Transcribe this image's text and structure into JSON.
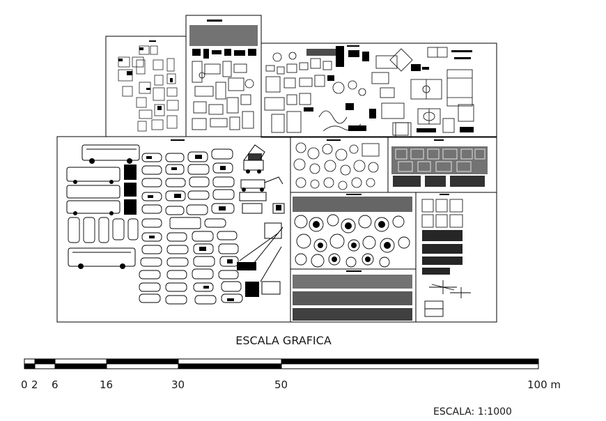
{
  "scale": {
    "title": "ESCALA GRAFICA",
    "ticks": [
      "0",
      "2",
      "6",
      "16",
      "30",
      "50",
      "100 m"
    ],
    "note": "ESCALA: 1:1000"
  },
  "colors": {
    "ink": "#000000",
    "paper": "#ffffff",
    "text": "#1a1a1a"
  }
}
